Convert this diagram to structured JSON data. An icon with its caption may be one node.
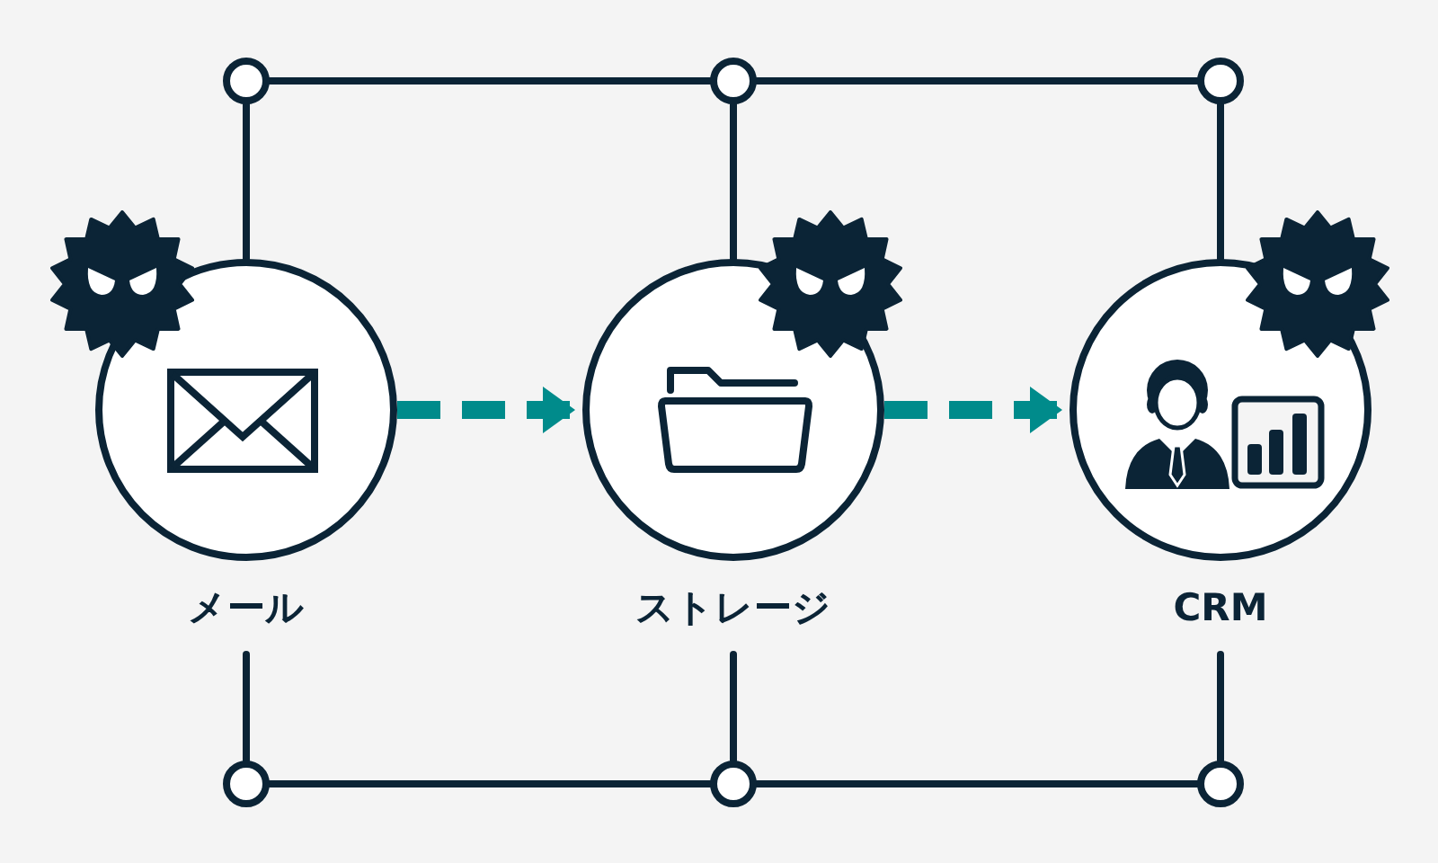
{
  "diagram": {
    "nodes": [
      {
        "text": [],
        "shape": "circle"
      },
      {
        "text": [],
        "shape": "circle"
      },
      {
        "text": [],
        "shape": "circle"
      },
      {
        "text": [
          "メール"
        ]
      },
      {
        "text": [
          "ストレージ"
        ]
      },
      {
        "text": [
          "CRM"
        ]
      },
      {
        "text": [],
        "shape": "circle"
      },
      {
        "text": [],
        "shape": "circle"
      },
      {
        "text": [],
        "shape": "circle"
      }
    ],
    "edges": [
      {
        "from": 0,
        "to": 1,
        "arrow": "none"
      },
      {
        "from": 1,
        "to": 2,
        "arrow": "none"
      },
      {
        "from": 0,
        "to": 3,
        "arrow": "none"
      },
      {
        "from": 1,
        "to": 4,
        "arrow": "none"
      },
      {
        "from": 2,
        "to": 5,
        "arrow": "none"
      },
      {
        "from": 3,
        "to": 4,
        "arrow": "to",
        "style": "dashed",
        "color": "#008b8b"
      },
      {
        "from": 4,
        "to": 5,
        "arrow": "to",
        "style": "dashed",
        "color": "#008b8b"
      },
      {
        "from": 3,
        "to": 6,
        "arrow": "none"
      },
      {
        "from": 4,
        "to": 7,
        "arrow": "none"
      },
      {
        "from": 5,
        "to": 8,
        "arrow": "none"
      },
      {
        "from": 6,
        "to": 7,
        "arrow": "none"
      },
      {
        "from": 7,
        "to": 8,
        "arrow": "none"
      }
    ]
  }
}
